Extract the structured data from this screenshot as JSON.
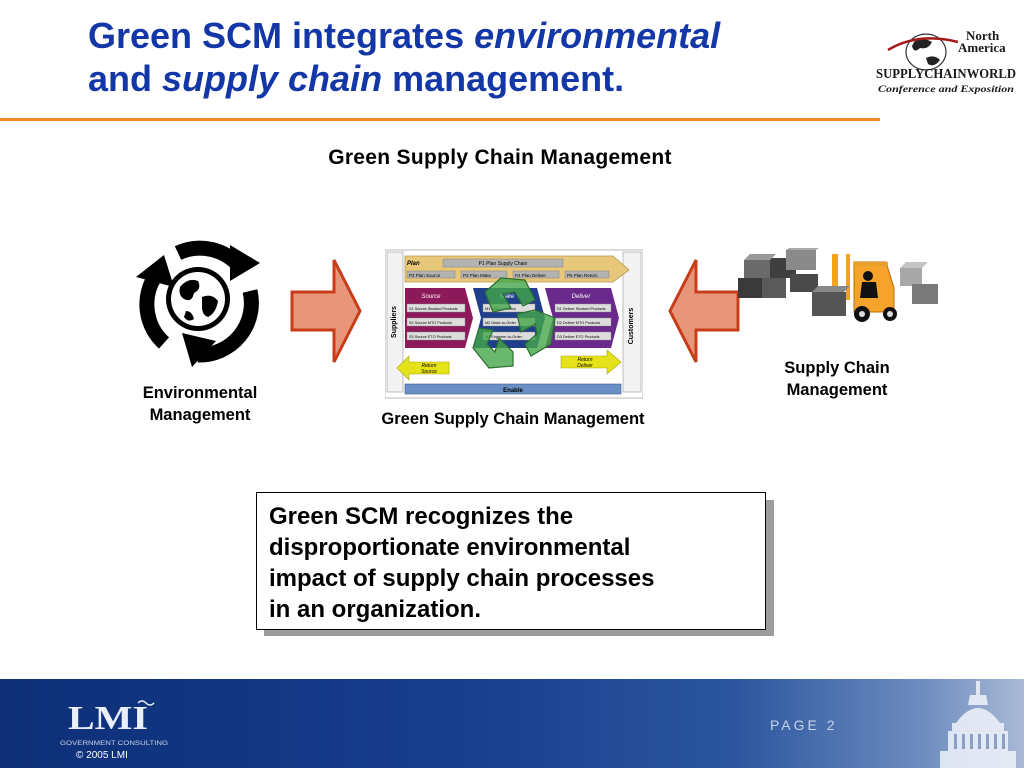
{
  "slide": {
    "title_line1_prefix": "Green SCM integrates ",
    "title_line1_em": "environmental",
    "title_line2_prefix": "and ",
    "title_line2_em": "supply chain",
    "title_line2_suffix": " management.",
    "subtitle": "Green Supply Chain Management"
  },
  "logo": {
    "top": "North",
    "top2": "America",
    "main": "SUPPLYCHAINWORLD",
    "sub": "Conference and Exposition"
  },
  "diagram": {
    "left_label_line1": "Environmental",
    "left_label_line2": "Management",
    "right_label_line1": "Supply Chain",
    "right_label_line2": "Management",
    "center_label": "Green Supply Chain Management",
    "scor": {
      "plan": "Plan",
      "p1": "P1  Plan Supply Chain",
      "p2": "P2  Plan Source",
      "p3": "P3  Plan Make",
      "p4": "P4  Plan Deliver",
      "p5": "P5  Plan Return",
      "source": "Source",
      "make": "Make",
      "deliver": "Deliver",
      "suppliers": "Suppliers",
      "customers": "Customers",
      "s1": "S1  Source Stocked Products",
      "s2": "S2  Source MTO Products",
      "s3": "S3  Source ETO Products",
      "m1": "M1  Make-to-Stock",
      "m2": "M2  Make-to-Order",
      "m3": "M3  Engineer-to-Order",
      "d1": "D1  Deliver Stocked Products",
      "d2": "D2  Deliver MTO Products",
      "d3": "D3  Deliver ETO Products",
      "return_source_1": "Return",
      "return_source_2": "Source",
      "return_deliver_1": "Return",
      "return_deliver_2": "Deliver",
      "enable": "Enable"
    }
  },
  "callout": {
    "line1": "Green SCM recognizes the",
    "line2": "disproportionate environmental",
    "line3": "impact of supply chain processes",
    "line4": "in an organization."
  },
  "footer": {
    "lmi": "LMI",
    "lmi_sub": "GOVERNMENT  CONSULTING",
    "copyright": "© 2005 LMI",
    "page_label": "PAGE 2"
  },
  "colors": {
    "title": "#1437a8",
    "rule": "#f08a24",
    "arrow_fill": "#e8967a",
    "arrow_stroke": "#c73d1a",
    "footer": "#173d8c"
  }
}
